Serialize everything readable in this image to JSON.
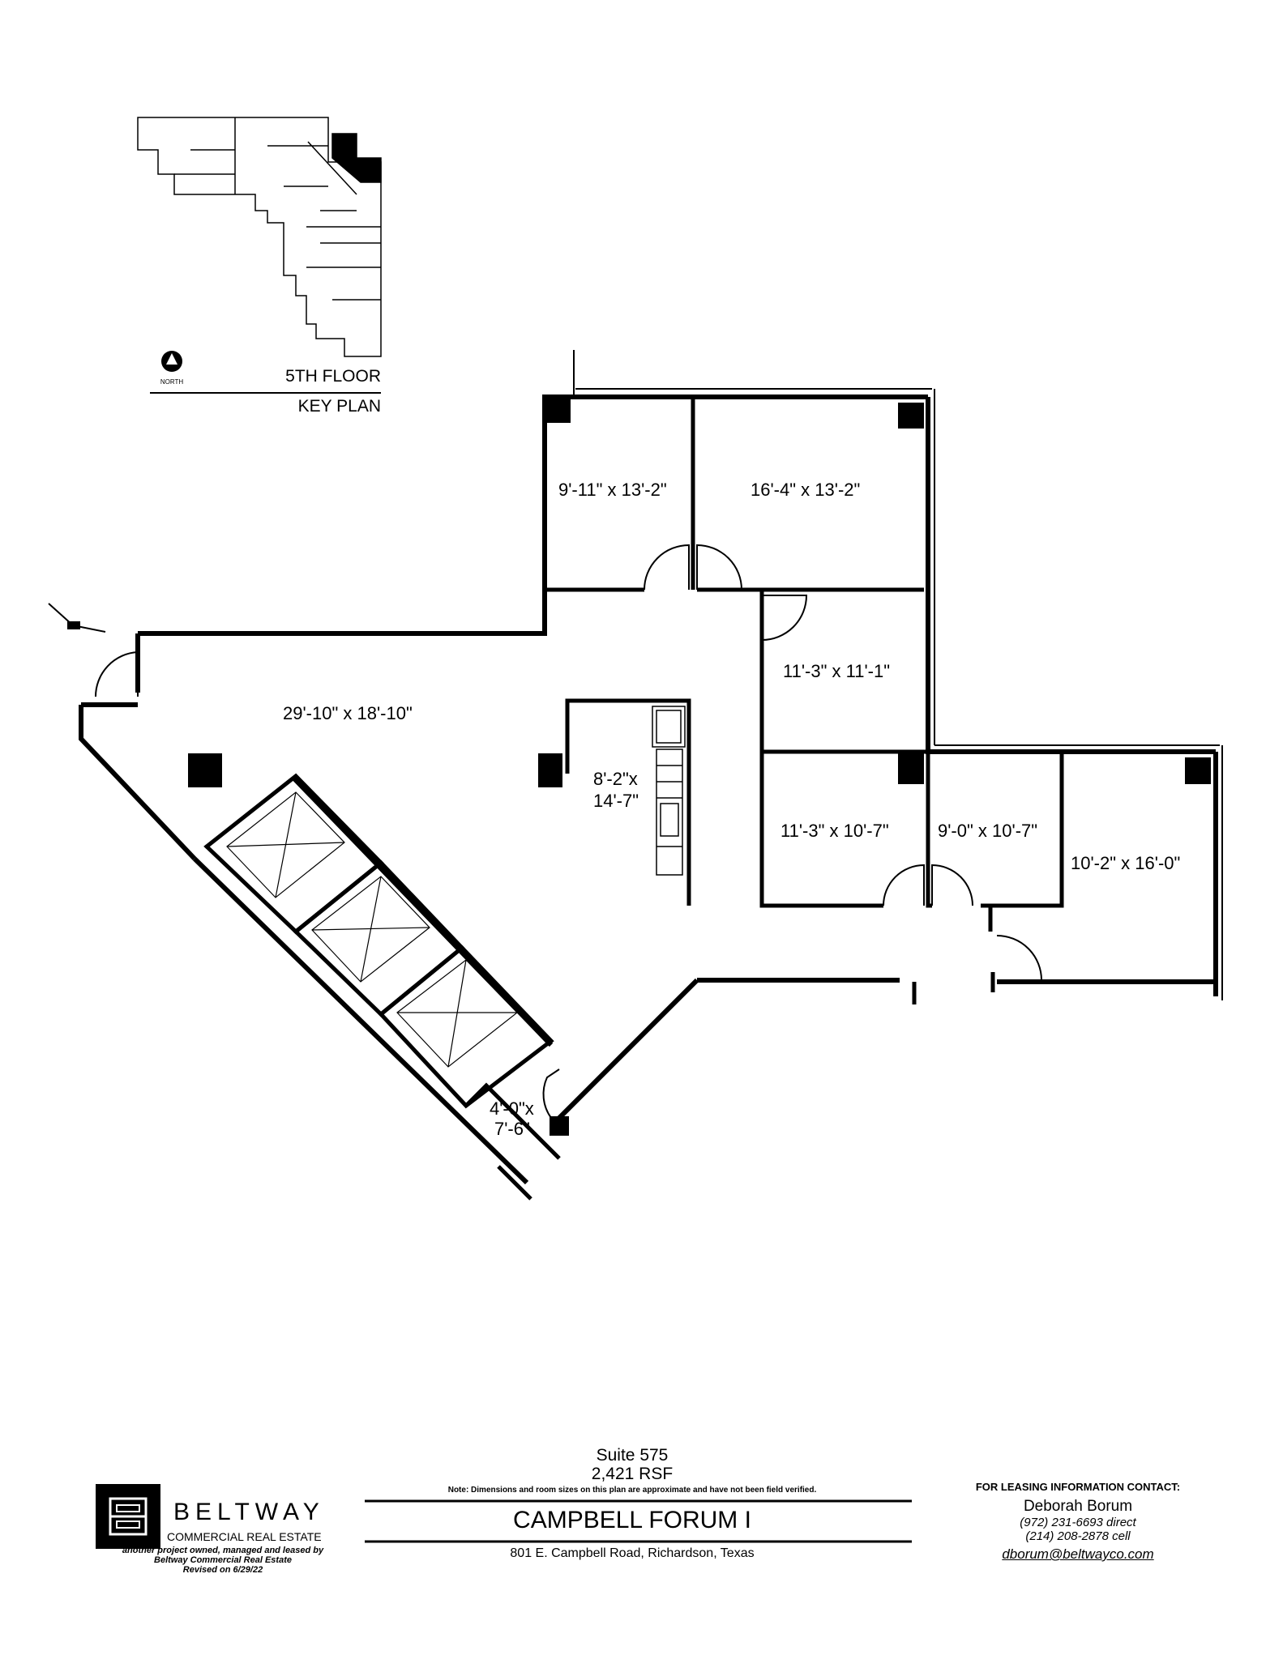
{
  "key_plan": {
    "floor_label": "5TH FLOOR",
    "plan_label": "KEY PLAN",
    "north_label": "NORTH"
  },
  "rooms": [
    {
      "id": "office-a",
      "label": "9'-11\" x 13'-2\""
    },
    {
      "id": "office-b",
      "label": "16'-4\" x 13'-2\""
    },
    {
      "id": "office-c",
      "label": "11'-3\" x 11'-1\""
    },
    {
      "id": "main-room",
      "label": "29'-10\" x 18'-10\""
    },
    {
      "id": "kitchen-line1",
      "label": "8'-2\"x"
    },
    {
      "id": "kitchen-line2",
      "label": "14'-7\""
    },
    {
      "id": "office-d",
      "label": "11'-3\" x 10'-7\""
    },
    {
      "id": "office-e",
      "label": "9'-0\" x 10'-7\""
    },
    {
      "id": "office-f",
      "label": "10'-2\" x 16'-0\""
    },
    {
      "id": "closet-line1",
      "label": "4'-0\"x"
    },
    {
      "id": "closet-line2",
      "label": "7'-6\""
    }
  ],
  "suite": {
    "name": "Suite 575",
    "area": "2,421 RSF",
    "note": "Note:  Dimensions and room sizes on this plan are approximate and have not been field verified."
  },
  "building": {
    "title": "CAMPBELL FORUM I",
    "address": "801 E. Campbell Road, Richardson, Texas"
  },
  "leasing": {
    "heading": "FOR LEASING INFORMATION CONTACT:",
    "name": "Deborah Borum",
    "direct": "(972) 231-6693 direct",
    "cell": "(214) 208-2878 cell",
    "email": "dborum@beltwayco.com"
  },
  "company": {
    "name": "BELTWAY",
    "subtitle": "COMMERCIAL REAL ESTATE",
    "footnote_1": "another project owned, managed and leased by",
    "footnote_2": "Beltway Commercial Real Estate",
    "footnote_3": "Revised on 6/29/22"
  }
}
